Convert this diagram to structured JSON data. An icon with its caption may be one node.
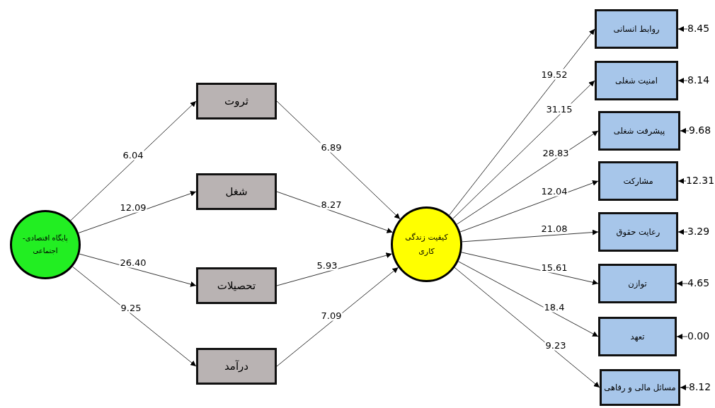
{
  "diagram": {
    "nodes": [
      {
        "text": [
          "پایگاه اقتصادی- اجتماعی"
        ]
      },
      {
        "text": [
          "ثروت"
        ]
      },
      {
        "text": [
          "شغل"
        ]
      },
      {
        "text": [
          "تحصیلات"
        ]
      },
      {
        "text": [
          "درآمد"
        ]
      },
      {
        "text": [
          "کیفیت زندگی کاری"
        ]
      },
      {
        "text": [
          "روابط انسانی"
        ]
      },
      {
        "text": [
          "امنیت شغلی"
        ]
      },
      {
        "text": [
          "پیشرفت شغلی"
        ]
      },
      {
        "text": [
          "مشارکت"
        ]
      },
      {
        "text": [
          "رعایت حقوق"
        ]
      },
      {
        "text": [
          "توازن"
        ]
      },
      {
        "text": [
          "تعهد"
        ]
      },
      {
        "text": [
          "مسائل مالی و رفاهی"
        ]
      },
      {
        "text": [
          "8.45"
        ]
      },
      {
        "text": [
          "8.14"
        ]
      },
      {
        "text": [
          "9.68"
        ]
      },
      {
        "text": [
          "12.31"
        ]
      },
      {
        "text": [
          "3.29"
        ]
      },
      {
        "text": [
          "4.65"
        ]
      },
      {
        "text": [
          "0.00"
        ]
      },
      {
        "text": [
          "8.12"
        ]
      }
    ],
    "edges": [
      {
        "from": 0,
        "to": 1,
        "arrow": "to",
        "label": "6.04"
      },
      {
        "from": 0,
        "to": 2,
        "arrow": "to",
        "label": "12.09"
      },
      {
        "from": 0,
        "to": 3,
        "arrow": "to",
        "label": "26.40"
      },
      {
        "from": 0,
        "to": 4,
        "arrow": "to",
        "label": "9.25"
      },
      {
        "from": 1,
        "to": 5,
        "arrow": "to",
        "label": "6.89"
      },
      {
        "from": 2,
        "to": 5,
        "arrow": "to",
        "label": "8.27"
      },
      {
        "from": 3,
        "to": 5,
        "arrow": "to",
        "label": "5.93"
      },
      {
        "from": 4,
        "to": 5,
        "arrow": "to",
        "label": "7.09"
      },
      {
        "from": 5,
        "to": 6,
        "arrow": "to",
        "label": "19.52"
      },
      {
        "from": 5,
        "to": 7,
        "arrow": "to",
        "label": "31.15"
      },
      {
        "from": 5,
        "to": 8,
        "arrow": "to",
        "label": "28.83"
      },
      {
        "from": 5,
        "to": 9,
        "arrow": "to",
        "label": "12.04"
      },
      {
        "from": 5,
        "to": 10,
        "arrow": "to",
        "label": "21.08"
      },
      {
        "from": 5,
        "to": 11,
        "arrow": "to",
        "label": "15.61"
      },
      {
        "from": 5,
        "to": 12,
        "arrow": "to",
        "label": "18.4"
      },
      {
        "from": 5,
        "to": 13,
        "arrow": "to",
        "label": "9.23"
      },
      {
        "from": 14,
        "to": 6,
        "arrow": "to"
      },
      {
        "from": 15,
        "to": 7,
        "arrow": "to"
      },
      {
        "from": 16,
        "to": 8,
        "arrow": "to"
      },
      {
        "from": 17,
        "to": 9,
        "arrow": "to"
      },
      {
        "from": 18,
        "to": 10,
        "arrow": "to"
      },
      {
        "from": 19,
        "to": 11,
        "arrow": "to"
      },
      {
        "from": 20,
        "to": 12,
        "arrow": "to"
      },
      {
        "from": 21,
        "to": 13,
        "arrow": "to"
      }
    ]
  }
}
